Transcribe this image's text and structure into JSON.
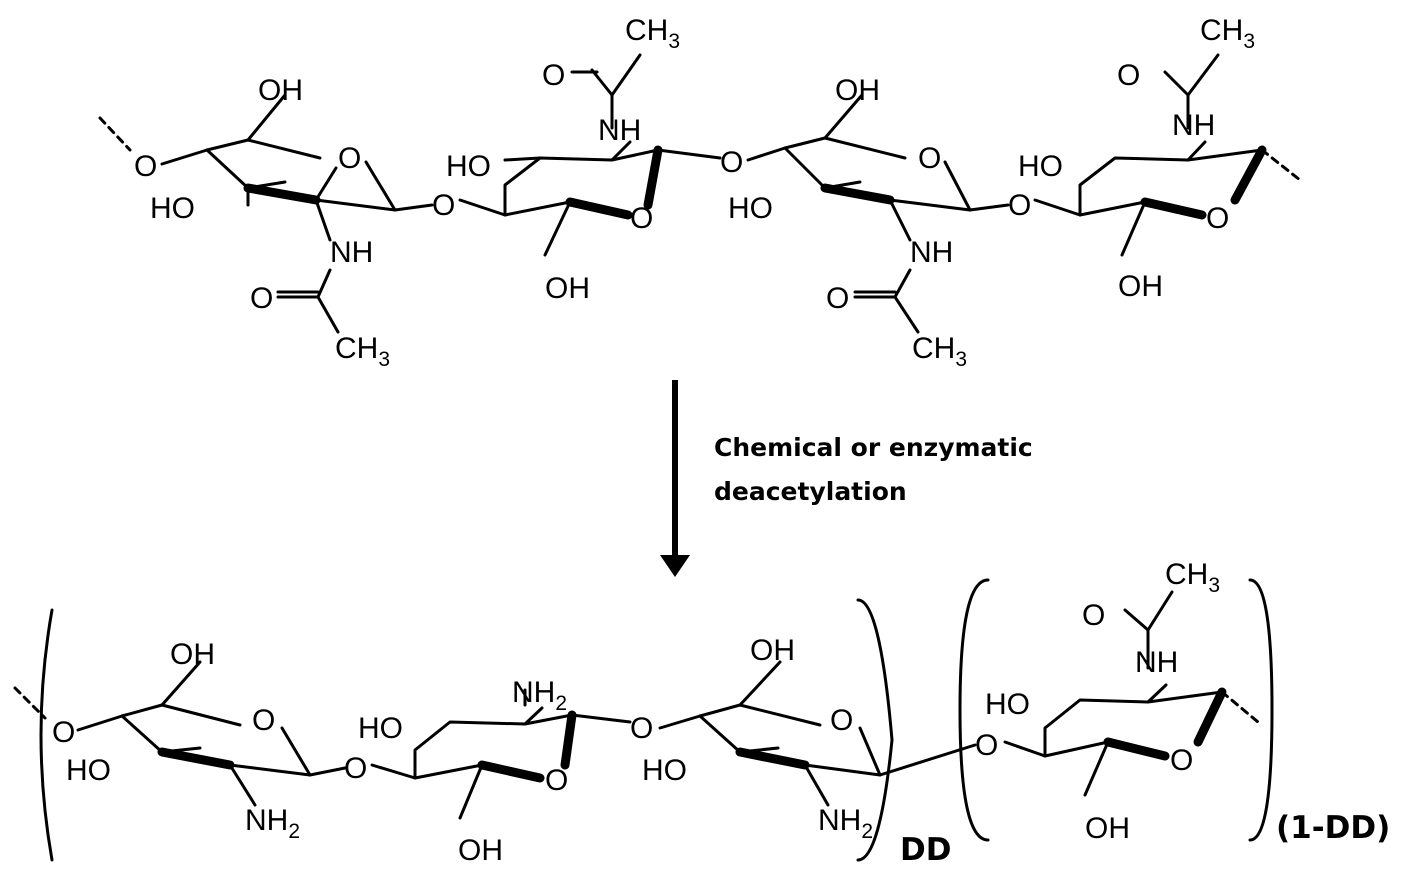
{
  "atoms": {
    "hydroxyl": "OH",
    "hydroxyl_left": "HO",
    "ring_oxygen": "O",
    "bridge_oxygen": "O",
    "amide_nh": "NH",
    "carbonyl_o": "O",
    "methyl": "CH",
    "methyl_sub": "3",
    "amine": "NH",
    "amine_sub": "2"
  },
  "reaction": {
    "label_line1": "Chemical or enzymatic",
    "label_line2": "deacetylation"
  },
  "product": {
    "dd_label": "DD",
    "one_minus_dd_label": "(1-DD)"
  }
}
